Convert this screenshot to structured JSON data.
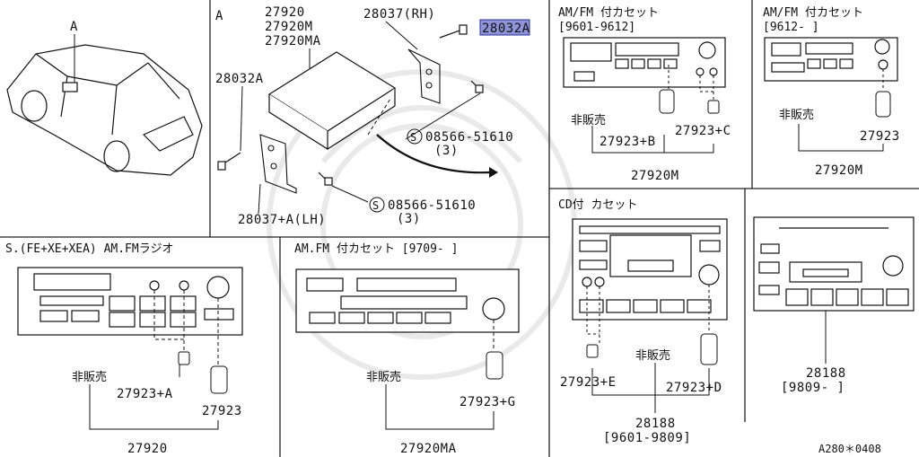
{
  "panels": {
    "vehicle": {
      "callout": "A"
    },
    "mount": {
      "section": "A",
      "unit_parts": [
        "27920",
        "27920M",
        "27920MA"
      ],
      "bracket_rh": "28037(RH)",
      "screw_rh": "28032A",
      "screw_lh": "28032A",
      "bolt_upper": "08566-51610",
      "bolt_upper_qty": "(3)",
      "bolt_lower": "08566-51610",
      "bolt_lower_qty": "(3)",
      "bracket_lh": "28037+A(LH)",
      "s_mark": "S"
    },
    "amfm_radio": {
      "title": "S.(FE+XE+XEA)   AM.FMラジオ",
      "not_sold": "非販売",
      "knob_a": "27923+A",
      "knob": "27923",
      "unit": "27920"
    },
    "amfm_cassette_9709": {
      "title": "AM.FM 付カセット  [9709-  ]",
      "not_sold": "非販売",
      "knob_g": "27923+G",
      "unit": "27920MA"
    },
    "amfm_cassette_9601": {
      "title": "AM/FM 付カセット",
      "period": "[9601-9612]",
      "not_sold": "非販売",
      "knob_b": "27923+B",
      "knob_c": "27923+C",
      "unit": "27920M"
    },
    "amfm_cassette_9612": {
      "title": "AM/FM 付カセット",
      "period": "[9612-      ]",
      "not_sold": "非販売",
      "knob": "27923",
      "unit": "27920M"
    },
    "cd_cassette": {
      "title": "CD付 カセット",
      "not_sold": "非販売",
      "knob_e": "27923+E",
      "knob_d": "27923+D",
      "unit": "28188",
      "period": "[9601-9809]"
    },
    "cd_unit_9809": {
      "unit": "28188",
      "period": "[9809-      ]"
    },
    "footer": {
      "code": "A280＊0408"
    }
  }
}
